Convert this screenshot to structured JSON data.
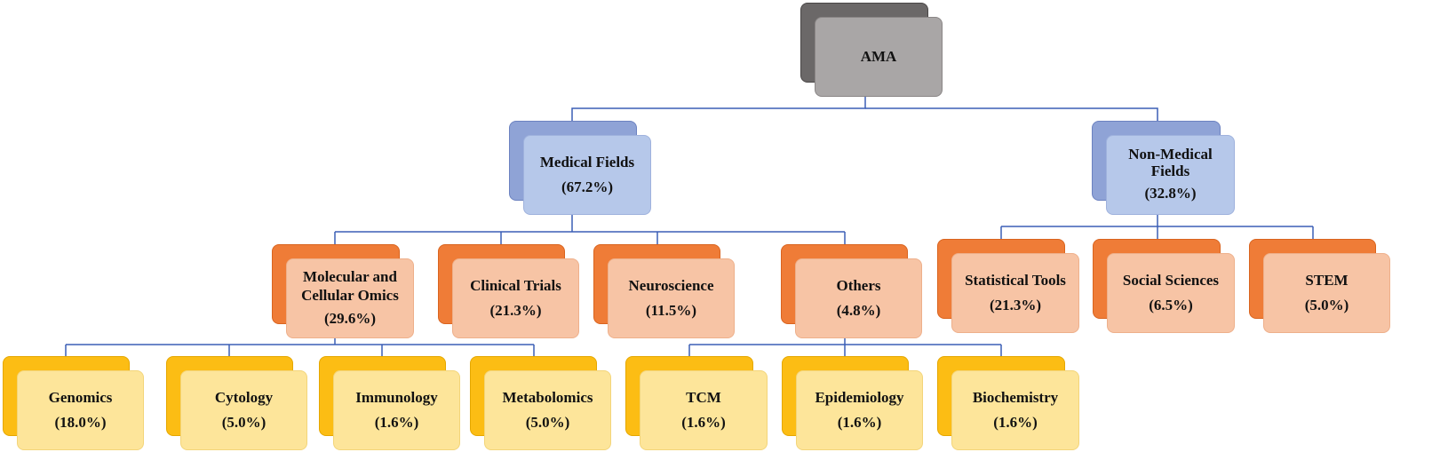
{
  "diagram": {
    "root": {
      "label": "AMA"
    },
    "medical": {
      "label": "Medical Fields",
      "pct": "(67.2%)"
    },
    "non_medical": {
      "label": "Non-Medical Fields",
      "pct": "(32.8%)"
    },
    "molecular": {
      "label": "Molecular and Cellular Omics",
      "pct": "(29.6%)"
    },
    "clinical": {
      "label": "Clinical Trials",
      "pct": "(21.3%)"
    },
    "neuro": {
      "label": "Neuroscience",
      "pct": "(11.5%)"
    },
    "others": {
      "label": "Others",
      "pct": "(4.8%)"
    },
    "statistical": {
      "label": "Statistical Tools",
      "pct": "(21.3%)"
    },
    "social": {
      "label": "Social Sciences",
      "pct": "(6.5%)"
    },
    "stem": {
      "label": "STEM",
      "pct": "(5.0%)"
    },
    "genomics": {
      "label": "Genomics",
      "pct": "(18.0%)"
    },
    "cytology": {
      "label": "Cytology",
      "pct": "(5.0%)"
    },
    "immunology": {
      "label": "Immunology",
      "pct": "(1.6%)"
    },
    "metabolomics": {
      "label": "Metabolomics",
      "pct": "(5.0%)"
    },
    "tcm": {
      "label": "TCM",
      "pct": "(1.6%)"
    },
    "epidemiology": {
      "label": "Epidemiology",
      "pct": "(1.6%)"
    },
    "biochemistry": {
      "label": "Biochemistry",
      "pct": "(1.6%)"
    }
  },
  "colors": {
    "connector": "#3b5fb5",
    "root": "#a9a6a6",
    "level1": "#b6c8ea",
    "level2": "#f7c4a5",
    "level3": "#fde59a"
  }
}
